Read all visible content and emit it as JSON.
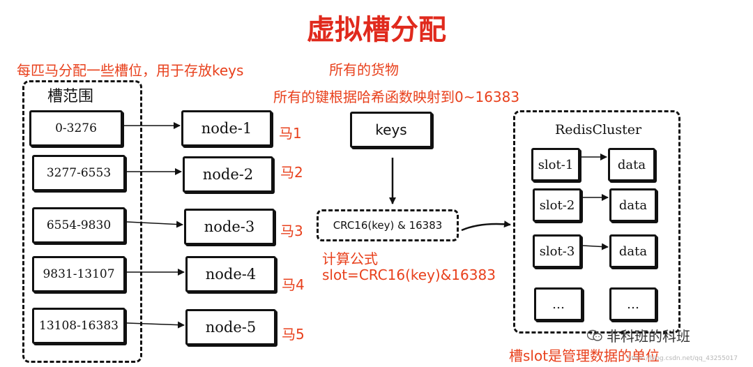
{
  "title": "虚拟槽分配",
  "notes": {
    "horse_slots": "每匹马分配一些槽位，用于存放keys",
    "goods": "所有的货物",
    "hash_map": "所有的键根据哈希函数映射到0~16383",
    "formula_title": "计算公式",
    "formula": "slot=CRC16(key)&16383",
    "slot_unit": "槽slot是管理数据的单位"
  },
  "slot_range": {
    "title": "槽范围",
    "ranges": [
      "0-3276",
      "3277-6553",
      "6554-9830",
      "9831-13107",
      "13108-16383"
    ]
  },
  "nodes": [
    "node-1",
    "node-2",
    "node-3",
    "node-4",
    "node-5"
  ],
  "horses": [
    "马1",
    "马2",
    "马3",
    "马4",
    "马5"
  ],
  "keys_label": "keys",
  "crc_label": "CRC16(key) & 16383",
  "cluster": {
    "title": "RedisCluster",
    "slots": [
      "slot-1",
      "slot-2",
      "slot-3",
      "…"
    ],
    "data": [
      "data",
      "data",
      "data",
      "…"
    ]
  },
  "brand": "非科班的科班",
  "watermark": "https://blog.csdn.net/qq_43255017"
}
